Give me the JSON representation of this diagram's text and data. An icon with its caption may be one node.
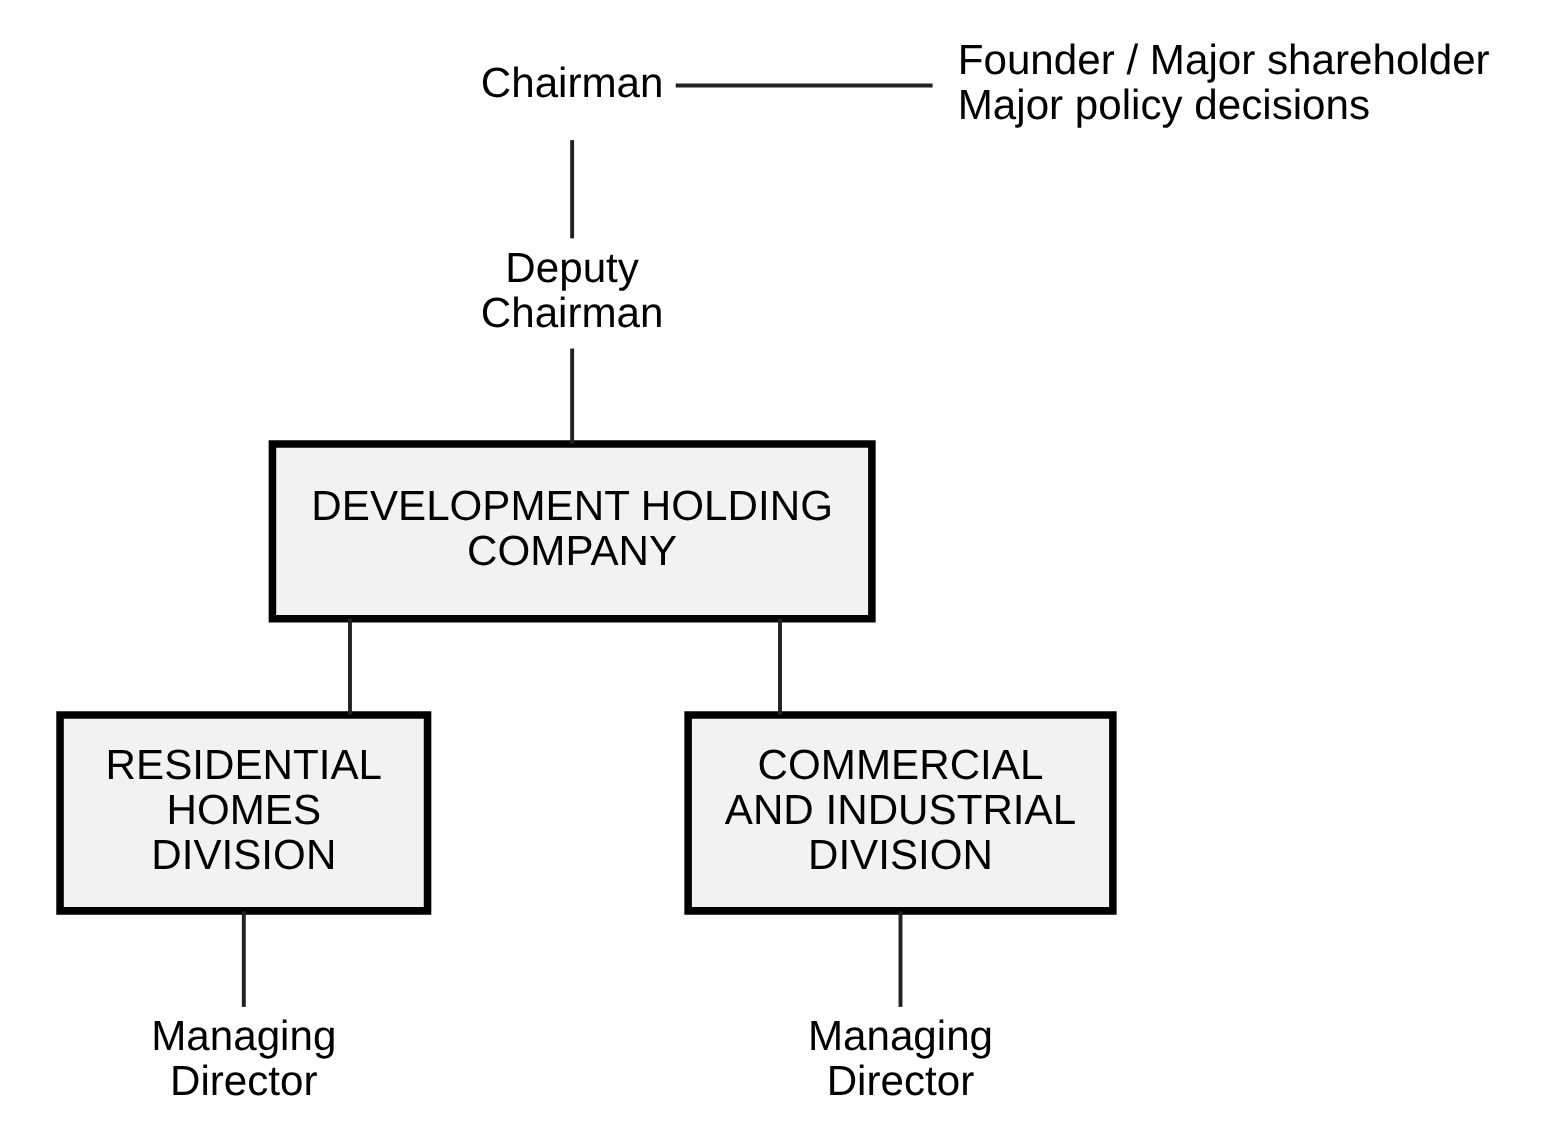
{
  "diagram": {
    "nodes": [
      {
        "text": [
          "Chairman"
        ]
      },
      {
        "text": [
          "Founder / Major shareholder",
          "Major policy decisions"
        ]
      },
      {
        "text": [
          "Deputy Chairman"
        ]
      },
      {
        "text": [
          "DEVELOPMENT HOLDING COMPANY"
        ]
      },
      {
        "text": [
          "RESIDENTIAL HOMES DIVISION"
        ]
      },
      {
        "text": [
          "COMMERCIAL AND INDUSTRIAL DIVISION"
        ]
      },
      {
        "text": [
          "Managing Director"
        ]
      },
      {
        "text": [
          "Managing Director"
        ]
      }
    ],
    "edges": [
      {
        "from": 0,
        "to": 1,
        "arrow": "none"
      },
      {
        "from": 0,
        "to": 2,
        "arrow": "none"
      },
      {
        "from": 2,
        "to": 3,
        "arrow": "none"
      },
      {
        "from": 3,
        "to": 4,
        "arrow": "none"
      },
      {
        "from": 3,
        "to": 5,
        "arrow": "none"
      },
      {
        "from": 4,
        "to": 6,
        "arrow": "none"
      },
      {
        "from": 5,
        "to": 7,
        "arrow": "none"
      }
    ]
  }
}
